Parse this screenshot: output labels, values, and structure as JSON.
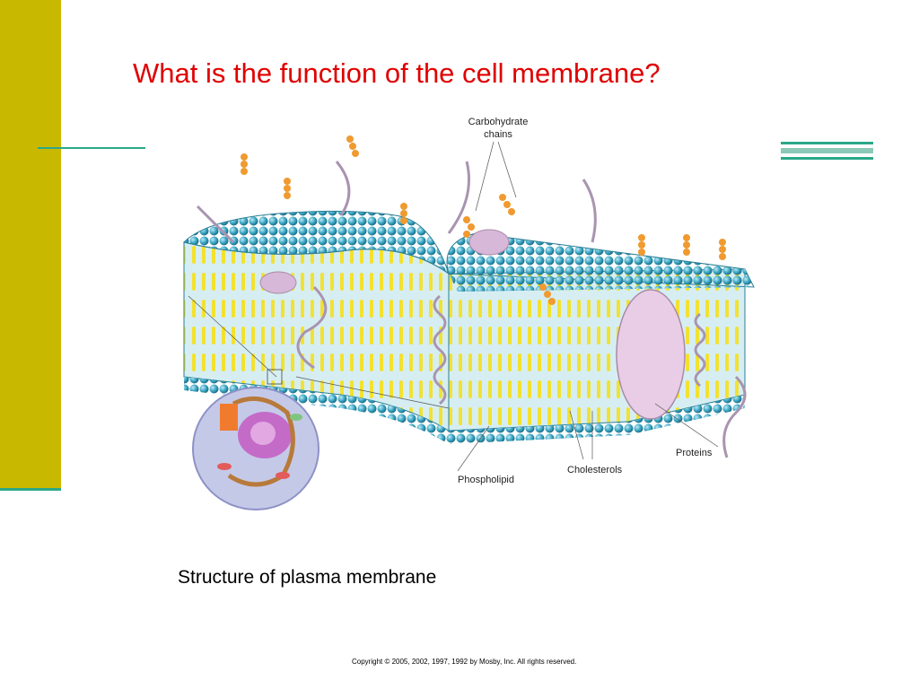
{
  "slide": {
    "title": "What is the function of the cell membrane?",
    "caption": "Structure of plasma membrane",
    "copyright": "Copyright © 2005, 2002, 1997, 1992 by Mosby, Inc. All rights reserved."
  },
  "figure": {
    "labels": {
      "carbohydrate_1": "Carbohydrate",
      "carbohydrate_2": "chains",
      "phospholipid": "Phospholipid",
      "cholesterols": "Cholesterols",
      "proteins": "Proteins"
    }
  },
  "colors": {
    "accent_bar": "#c9b800",
    "rule": "#2aa889",
    "title": "#e00000",
    "phospholipid_head": "#3aa6c4",
    "cholesterol": "#f2e230",
    "carbohydrate": "#f09a30",
    "protein": "#d8b8d8"
  }
}
